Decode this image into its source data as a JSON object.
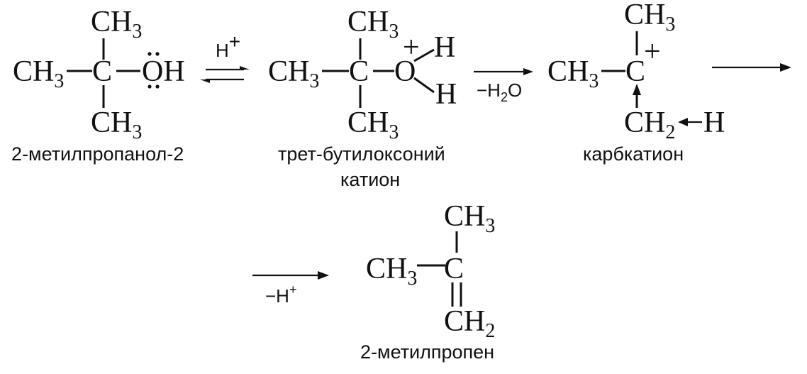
{
  "molecules": {
    "alcohol": {
      "ch3_top": "CH",
      "ch3_top_sub": "3",
      "ch3_left": "CH",
      "ch3_left_sub": "3",
      "carbon": "C",
      "oh": "OH",
      "ch3_bottom": "CH",
      "ch3_bottom_sub": "3",
      "caption": "2-метилпропанол-2"
    },
    "oxonium": {
      "ch3_top": "CH",
      "ch3_top_sub": "3",
      "ch3_left": "CH",
      "ch3_left_sub": "3",
      "carbon": "C",
      "oxygen": "O",
      "charge": "+",
      "h_upper": "H",
      "h_lower": "H",
      "ch3_bottom": "CH",
      "ch3_bottom_sub": "3",
      "caption_line1": "трет-бутилоксоний",
      "caption_line2": "катион"
    },
    "carbocation": {
      "ch3_top": "CH",
      "ch3_top_sub": "3",
      "ch3_left": "CH",
      "ch3_left_sub": "3",
      "carbon": "C",
      "charge": "+",
      "ch2": "CH",
      "ch2_sub": "2",
      "h": "H",
      "caption": "карбкатион"
    },
    "alkene": {
      "ch3_top": "CH",
      "ch3_top_sub": "3",
      "ch3_left": "CH",
      "ch3_left_sub": "3",
      "carbon": "C",
      "ch2": "CH",
      "ch2_sub": "2",
      "caption": "2-метилпропен"
    }
  },
  "conditions": {
    "protonation": {
      "symbol": "H",
      "charge": "+"
    },
    "dehydration": {
      "prefix": "−H",
      "sub": "2",
      "suffix": "O"
    },
    "deprotonation": {
      "prefix": "−H",
      "charge": "+"
    }
  }
}
